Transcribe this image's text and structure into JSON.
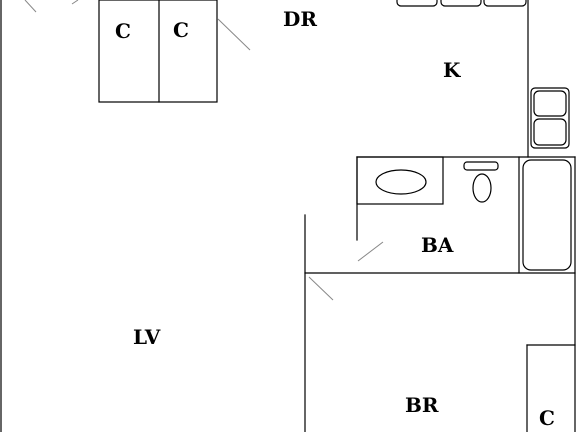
{
  "rooms": {
    "closet_left": "C",
    "closet_right": "C",
    "dining_room": "DR",
    "kitchen": "K",
    "bathroom": "BA",
    "living_room": "LV",
    "bedroom": "BR",
    "bedroom_closet": "C"
  }
}
